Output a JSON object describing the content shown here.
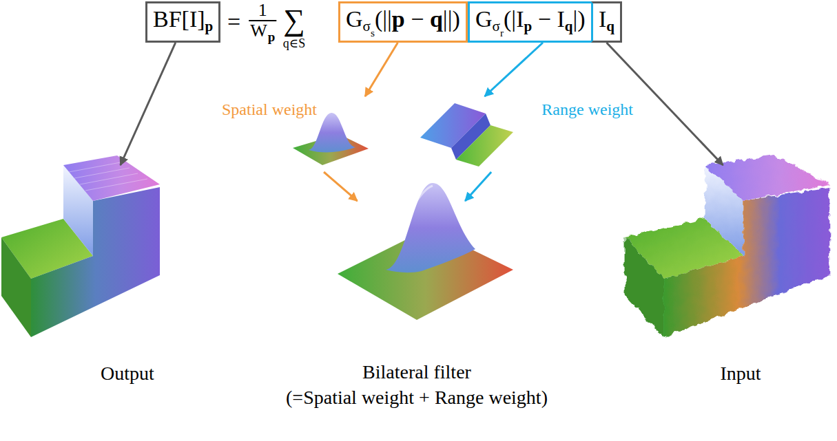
{
  "diagram": {
    "nodes": [
      {
        "text": [
          "BF[I]",
          "p"
        ]
      },
      {
        "text": [
          "G",
          "σ",
          "s",
          "(||",
          "p",
          " − ",
          "q",
          "||)"
        ]
      },
      {
        "text": [
          "G",
          "σ",
          "r",
          "(|I",
          "p",
          " − I",
          "q",
          "|)"
        ]
      },
      {
        "text": [
          "I",
          "q"
        ]
      },
      {
        "text": [
          "Output"
        ]
      },
      {
        "text": [
          "Spatial weight"
        ]
      },
      {
        "text": [
          "Range weight"
        ]
      },
      {
        "text": [
          "Bilateral filter",
          "(=Spatial weight + Range weight)"
        ]
      },
      {
        "text": [
          "Input"
        ]
      }
    ],
    "edges": [
      {
        "from": 0,
        "to": 4,
        "arrow": "to"
      },
      {
        "from": 1,
        "to": 5,
        "arrow": "to"
      },
      {
        "from": 2,
        "to": 6,
        "arrow": "to"
      },
      {
        "from": 3,
        "to": 8,
        "arrow": "to"
      },
      {
        "from": 5,
        "to": 7,
        "arrow": "to"
      },
      {
        "from": 6,
        "to": 7,
        "arrow": "to"
      }
    ],
    "labels": [
      "=",
      "1",
      "W",
      "p",
      "∑",
      "q∈S"
    ]
  }
}
